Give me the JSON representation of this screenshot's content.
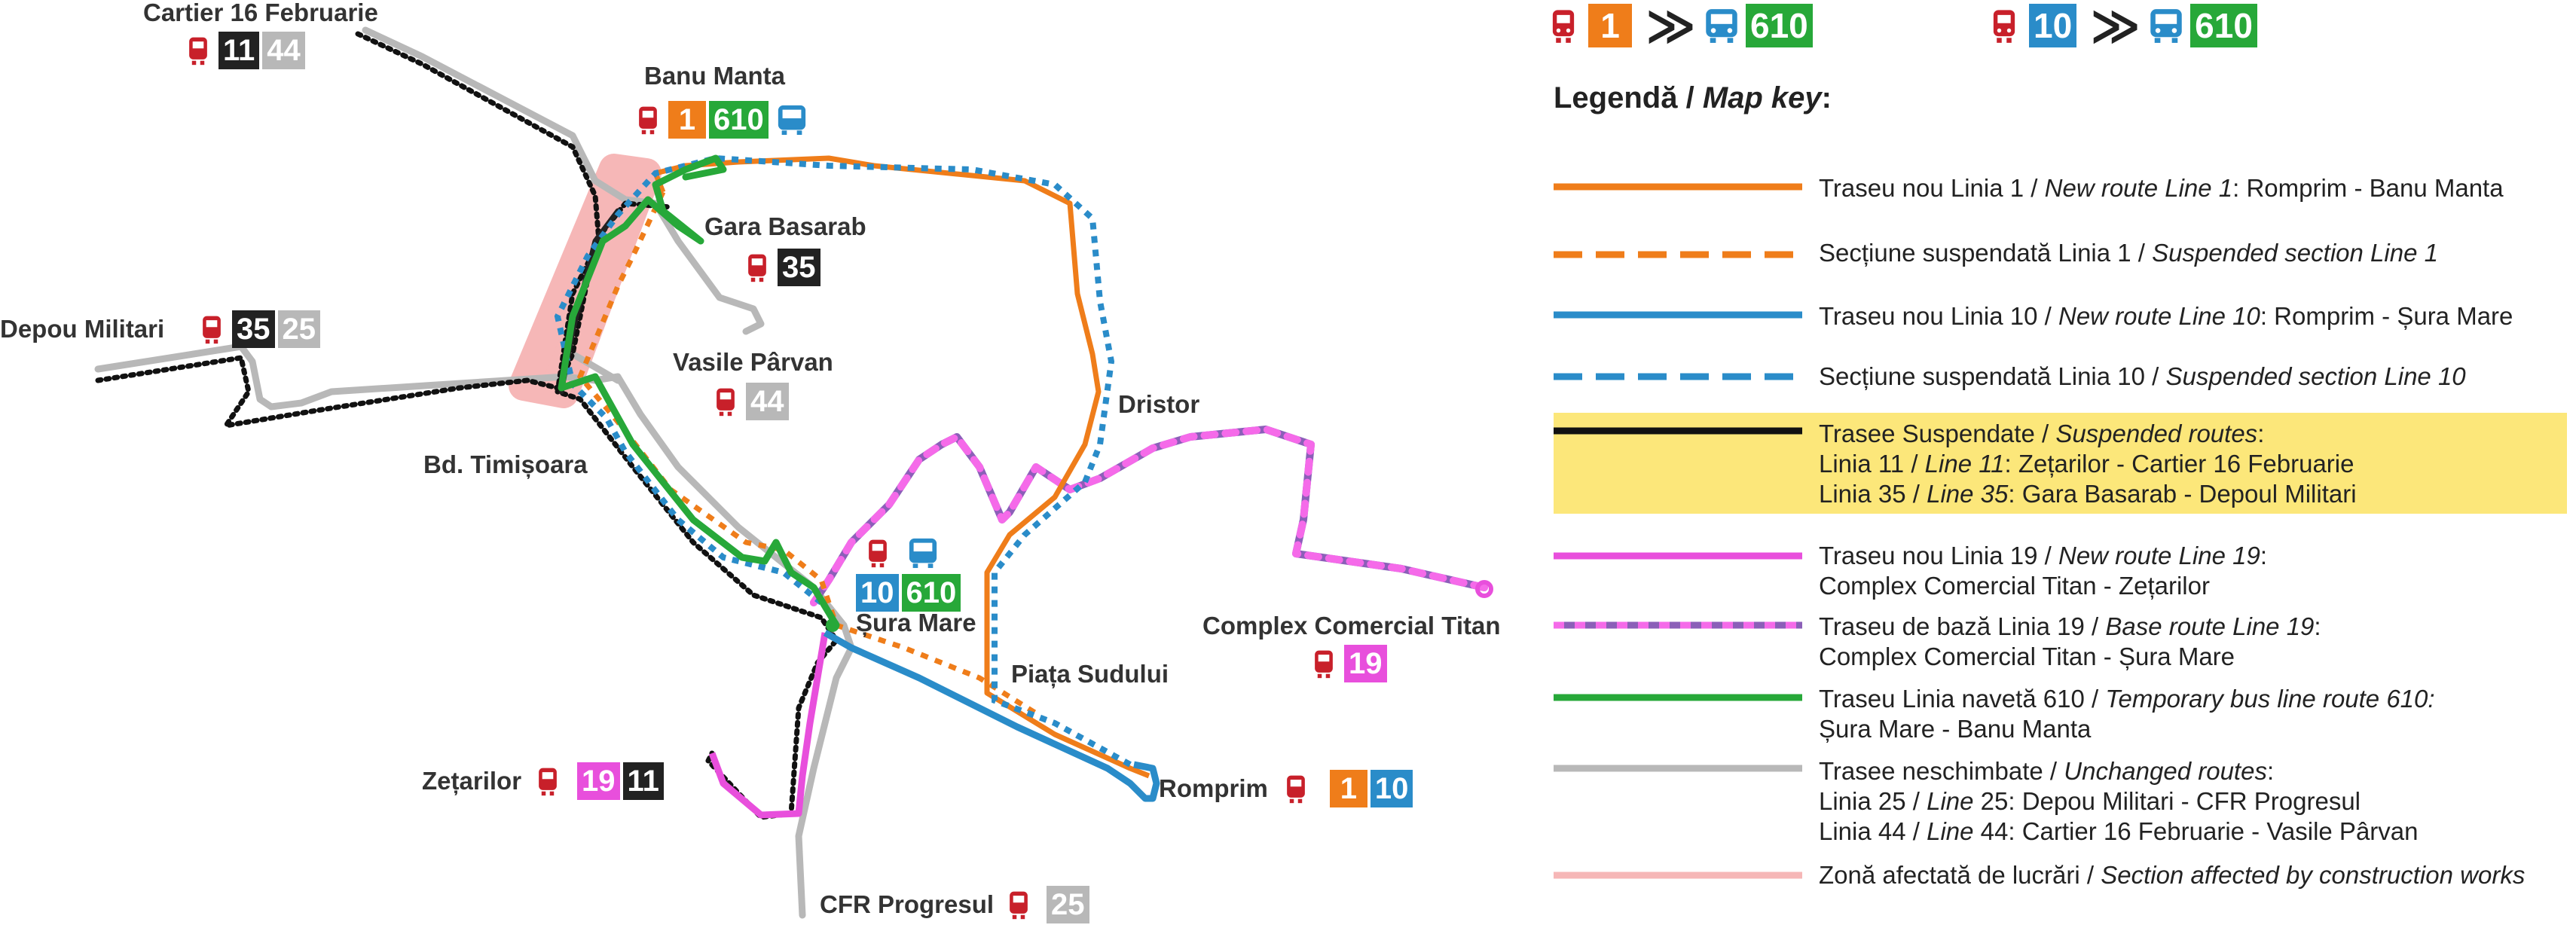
{
  "colors": {
    "orange": "#ef7d1a",
    "blue": "#2a8cc9",
    "green": "#27a839",
    "black": "#111111",
    "grey": "#b8b8b8",
    "magenta": "#e84fdc",
    "purple": "#8b5fb8",
    "pink": "#f6b7b7",
    "red": "#c8202a",
    "highlight": "#fce77a"
  },
  "header": {
    "change1": {
      "from": "1",
      "to": "610"
    },
    "change2": {
      "from": "10",
      "to": "610"
    },
    "chevron": "≫"
  },
  "stops": {
    "cartier": {
      "name": "Cartier 16 Februarie",
      "lines": [
        "11",
        "44"
      ]
    },
    "banu": {
      "name": "Banu Manta",
      "lines": [
        "1",
        "610"
      ]
    },
    "gara": {
      "name": "Gara Basarab",
      "lines": [
        "35"
      ]
    },
    "depou": {
      "name": "Depou Militari",
      "lines": [
        "35",
        "25"
      ]
    },
    "vasile": {
      "name": "Vasile Pârvan",
      "lines": [
        "44"
      ]
    },
    "timis": {
      "name": "Bd. Timișoara"
    },
    "dristor": {
      "name": "Dristor"
    },
    "sura": {
      "name": "Șura Mare",
      "lines": [
        "10",
        "610"
      ]
    },
    "complex": {
      "name": "Complex Comercial Titan",
      "lines": [
        "19"
      ]
    },
    "piata": {
      "name": "Piața Sudului"
    },
    "zet": {
      "name": "Zețarilor",
      "lines": [
        "19",
        "11"
      ]
    },
    "romprim": {
      "name": "Romprim",
      "lines": [
        "1",
        "10"
      ]
    },
    "cfr": {
      "name": "CFR Progresul",
      "lines": [
        "25"
      ]
    }
  },
  "legend": {
    "title_ro": "Legendă / ",
    "title_en": "Map key",
    "title_colon": ":",
    "items": [
      {
        "ro": "Traseu nou Linia 1 / ",
        "en": "New route Line 1",
        "rest": ": Romprim - Banu Manta"
      },
      {
        "ro": "Secțiune suspendată Linia 1 / ",
        "en": "Suspended section Line 1",
        "rest": ""
      },
      {
        "ro": "Traseu nou Linia 10 / ",
        "en": "New route Line 10",
        "rest": ": Romprim - Șura Mare"
      },
      {
        "ro": "Secțiune suspendată Linia 10 / ",
        "en": "Suspended section Line 10",
        "rest": ""
      },
      {
        "ro": "Trasee Suspendate / ",
        "en": "Suspended routes",
        "rest": ":",
        "l2a": "Linia 11 / ",
        "l2b": "Line 11",
        "l2c": ": Zețarilor - Cartier 16 Februarie",
        "l3a": "Linia 35 / ",
        "l3b": "Line 35",
        "l3c": ": Gara Basarab - Depoul Militari"
      },
      {
        "ro": "Traseu nou Linia 19 / ",
        "en": "New route Line 19",
        "rest": ":",
        "l2": "Complex Comercial Titan - Zețarilor"
      },
      {
        "ro": "Traseu de bază Linia 19 / ",
        "en": "Base route Line 19",
        "rest": ":",
        "l2": "Complex Comercial Titan - Șura Mare"
      },
      {
        "ro": "Traseu Linia navetă 610 / ",
        "en": "Temporary bus line route 610:",
        "rest": "",
        "l2": "Șura Mare - Banu Manta"
      },
      {
        "ro": "Trasee neschimbate / ",
        "en": "Unchanged routes",
        "rest": ":",
        "l2a": "Linia 25 / ",
        "l2b": "Line",
        "l2c": " 25: Depou Militari - CFR Progresul",
        "l3a": "Linia 44 / ",
        "l3b": "Line",
        "l3c": " 44: Cartier 16 Februarie - Vasile Pârvan"
      },
      {
        "ro": "Zonă afectată de lucrări / ",
        "en": "Section affected by construction works",
        "rest": ""
      }
    ]
  }
}
